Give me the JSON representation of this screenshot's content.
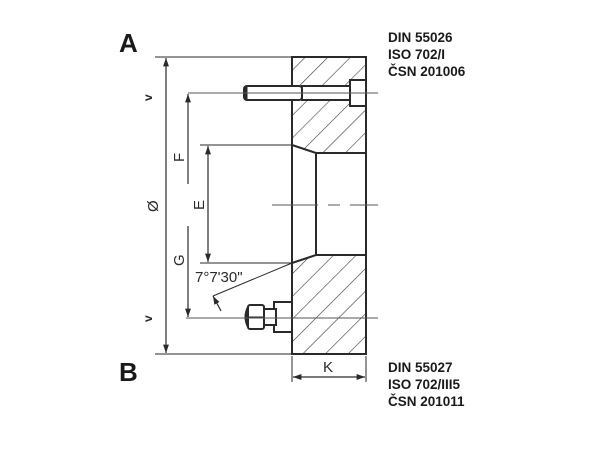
{
  "labels": {
    "view_a": "A",
    "view_b": "B"
  },
  "standards": {
    "top": [
      "DIN 55026",
      "ISO 702/I",
      "ČSN 201006"
    ],
    "bottom": [
      "DIN 55027",
      "ISO 702/III5",
      "ČSN 201011"
    ]
  },
  "dimensions": {
    "diameter": "Ø",
    "f": "F",
    "e": "E",
    "g": "G",
    "k": "K",
    "angle": "7°7'30\"",
    "marker_top": "v",
    "marker_bottom": "v"
  },
  "colors": {
    "line": "#2a2a2a",
    "hatch": "#3a3a3a",
    "background": "#ffffff"
  }
}
